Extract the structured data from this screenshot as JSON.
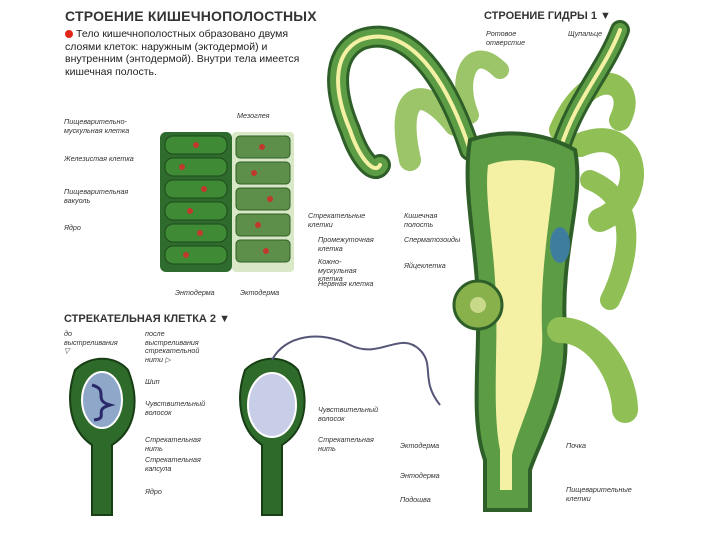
{
  "title": "СТРОЕНИЕ КИШЕЧНОПОЛОСТНЫХ",
  "intro": "Тело кишечнополостных образовано двумя слоями клеток: наружным (эктодермой) и внутренним (энтодермой). Внутри тела имеется кишечная полость.",
  "hydra_section": {
    "title": "СТРОЕНИЕ ГИДРЫ",
    "number": "1 ▼"
  },
  "cell_section": {
    "title": "СТРЕКАТЕЛЬНАЯ КЛЕТКА",
    "number": "2 ▼"
  },
  "tissue_labels": {
    "digestive_muscle": "Пищеварительно-мускульная клетка",
    "glandular": "Железистая клетка",
    "digestive_vacuole": "Пищеварительная вакуоль",
    "nucleus": "Ядро",
    "mesoglea": "Мезоглея",
    "stinging_cells": "Стрекательные клетки",
    "intermediate": "Промежуточная клетка",
    "skin_muscle": "Кожно-мускульная клетка",
    "nerve": "Нервная клетка",
    "endoderm": "Энтодерма",
    "ectoderm": "Эктодерма"
  },
  "hydra_labels": {
    "mouth": "Ротовое отверстие",
    "tentacle": "Щупальце",
    "gut_cavity": "Кишечная полость",
    "spermatozoa": "Сперматозоиды",
    "egg": "Яйцеклетка",
    "ectoderm": "Эктодерма",
    "endoderm": "Энтодерма",
    "sole": "Подошва",
    "bud": "Почка",
    "digestive_cells": "Пищеварительные клетки"
  },
  "cell_labels": {
    "before": "до выстреливания",
    "after": "после выстреливания стрекательной нити",
    "spike": "Шип",
    "hair": "Чувствительный волосок",
    "thread": "Стрекательная нить",
    "capsule": "Стрекательная капсула",
    "nucleus": "Ядро",
    "hair2": "Чувствительный волосок",
    "thread2": "Стрекательная нить"
  },
  "colors": {
    "ectoderm_green": "#4e8f3a",
    "endoderm_green": "#2f5f28",
    "cavity_yellow": "#f4f0a4",
    "nucleus_red": "#c0392b",
    "tentacle_green": "#8fbf55"
  }
}
